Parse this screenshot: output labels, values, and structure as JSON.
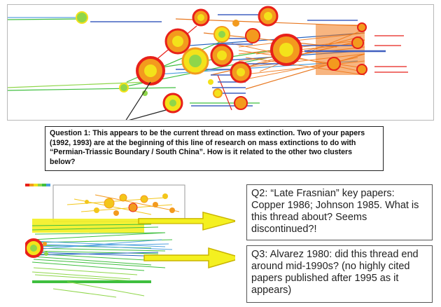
{
  "question1": "Question 1: This appears to be the current thread on mass extinction. Two of your papers (1992, 1993) are at the beginning of this line of research on mass extinctions to do with “Permian-Triassic Boundary / South China”. How is it related to the other two clusters below?",
  "question2": "Q2: “Late Frasnian” key papers: Copper 1986; Johnson 1985. What is this thread about? Seems discontinued?!",
  "question3": "Q3: Alvarez 1980: did this thread end around mid-1990s? (no highly cited papers published after 1995 as it appears)",
  "colors": {
    "node_outer_red": "#e8201a",
    "node_orange": "#f39a1e",
    "node_yellow": "#f3e21a",
    "node_green": "#8fd64a",
    "arrow_fill": "#f4f020",
    "arrow_stroke": "#c9b400"
  }
}
